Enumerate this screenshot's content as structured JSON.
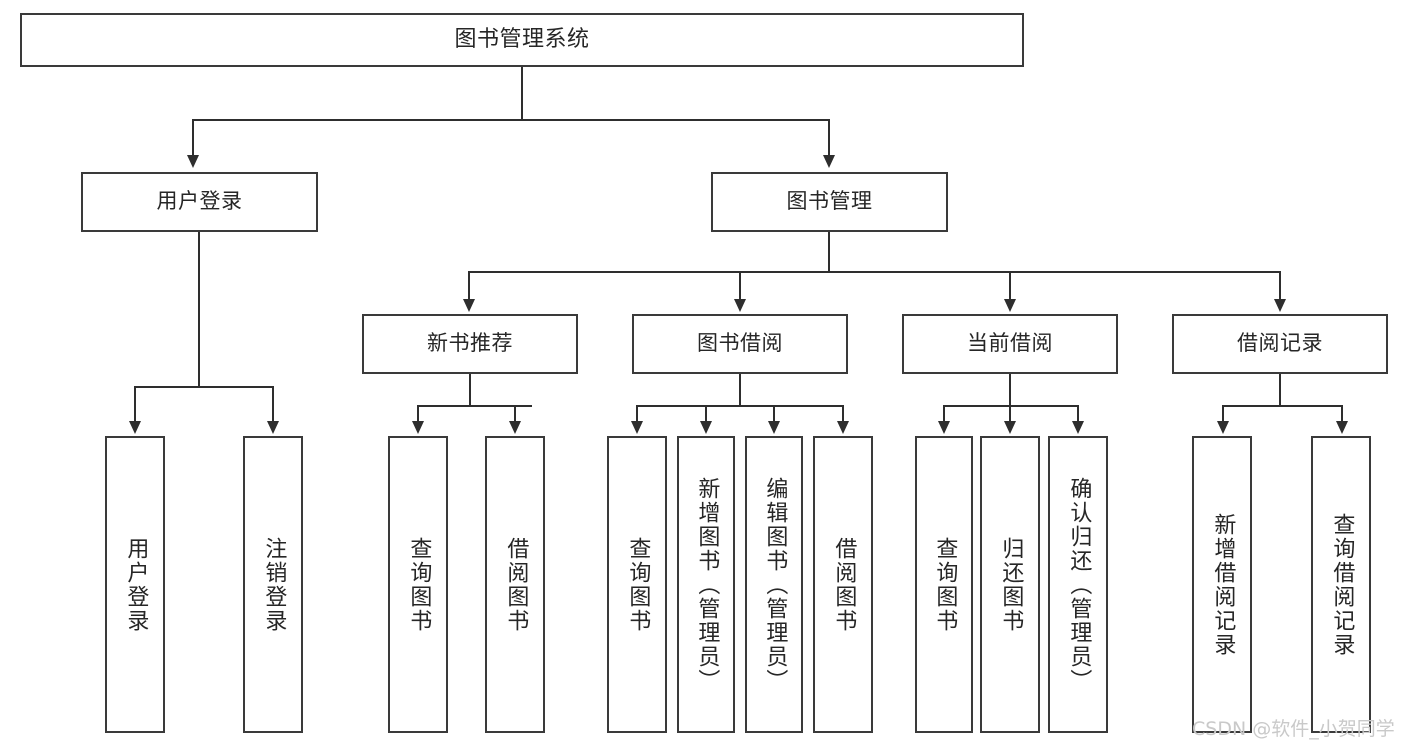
{
  "diagram": {
    "type": "tree",
    "title": "图书管理系统",
    "watermark": "CSDN @软件_小贺同学",
    "colors": {
      "background": "#ffffff",
      "node_border": "#3a3a3a",
      "node_fill": "#ffffff",
      "edge": "#2e2e2e",
      "text": "#262626",
      "watermark": "#c9c9c9"
    },
    "nodes": {
      "root": {
        "label": "图书管理系统"
      },
      "level2": [
        {
          "id": "user-login",
          "label": "用户登录"
        },
        {
          "id": "book-manage",
          "label": "图书管理"
        }
      ],
      "level3": [
        {
          "id": "new-book-recommend",
          "label": "新书推荐"
        },
        {
          "id": "book-borrow",
          "label": "图书借阅"
        },
        {
          "id": "current-borrow",
          "label": "当前借阅"
        },
        {
          "id": "borrow-record",
          "label": "借阅记录"
        }
      ],
      "leaves": {
        "user_login": [
          {
            "id": "leaf-user-login",
            "label": "用户登录"
          },
          {
            "id": "leaf-logout-login",
            "label": "注销登录"
          }
        ],
        "new_book_recommend": [
          {
            "id": "leaf-query-book-1",
            "label": "查询图书"
          },
          {
            "id": "leaf-borrow-book-1",
            "label": "借阅图书"
          }
        ],
        "book_borrow": [
          {
            "id": "leaf-query-book-2",
            "label": "查询图书"
          },
          {
            "id": "leaf-add-book",
            "label": "新增图书（管理员）"
          },
          {
            "id": "leaf-edit-book",
            "label": "编辑图书（管理员）"
          },
          {
            "id": "leaf-borrow-book-2",
            "label": "借阅图书"
          }
        ],
        "current_borrow": [
          {
            "id": "leaf-query-book-3",
            "label": "查询图书"
          },
          {
            "id": "leaf-return-book",
            "label": "归还图书"
          },
          {
            "id": "leaf-confirm-return",
            "label": "确认归还（管理员）"
          }
        ],
        "borrow_record": [
          {
            "id": "leaf-add-record",
            "label": "新增借阅记录"
          },
          {
            "id": "leaf-query-record",
            "label": "查询借阅记录"
          }
        ]
      }
    }
  }
}
